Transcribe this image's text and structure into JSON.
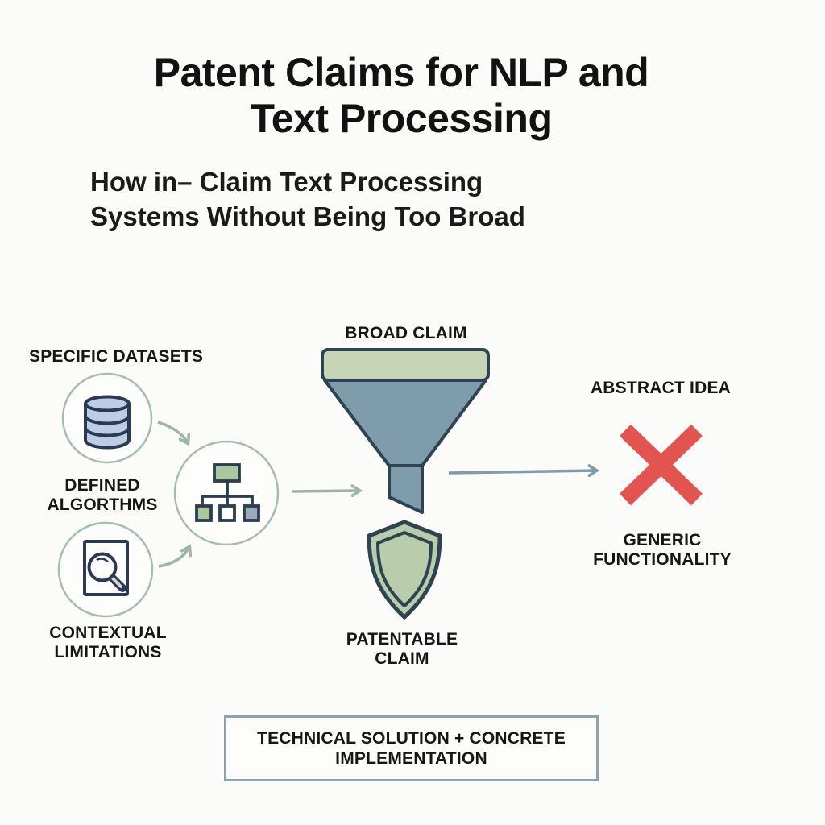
{
  "page_title": "Patent Claims for NLP and Text Processing",
  "header": {
    "title_line1": "Patent Claims for NLP and",
    "title_line2": "Text Processing",
    "subtitle_line1": "How in– Claim Text Processing",
    "subtitle_line2": "Systems Without Being Too Broad"
  },
  "diagram": {
    "input_labels": {
      "specific_datasets": "SPECIFIC DATASETS",
      "defined_algorithms_line1": "DEFINED",
      "defined_algorithms_line2": "ALGORTHMS",
      "contextual_limitations_line1": "CONTEXTUAL",
      "contextual_limitations_line2": "LIMITATIONS"
    },
    "funnel_label": "BROAD CLAIM",
    "outcome_labels": {
      "abstract_idea": "ABSTRACT IDEA",
      "generic_functionality_line1": "GENERIC",
      "generic_functionality_line2": "FUNCTIONALITY",
      "patentable_claim_line1": "PATENTABLE",
      "patentable_claim_line2": "CLAIM"
    },
    "footer_box": {
      "line1": "TECHNICAL SOLUTION + CONCRETE",
      "line2": "IMPLEMENTATION"
    },
    "icons": {
      "database": "database-icon",
      "flowchart": "flowchart-icon",
      "document_search": "document-search-icon",
      "funnel": "funnel-icon",
      "shield": "shield-icon",
      "rejection_x": "x-mark-icon",
      "arrows": "arrow-icon"
    },
    "colors": {
      "funnel_top": "#c5d5b6",
      "funnel_body": "#7e9cab",
      "icon_outline": "#2e4450",
      "circle_stroke": "#a3bcb4",
      "arrow_sage": "#9cb5ab",
      "arrow_teal": "#7d9dab",
      "x_red": "#e15450",
      "database_blue": "#bccde5",
      "node_green": "#a9c79c",
      "node_slate": "#8fa5bb",
      "shield_green": "#b9cdad",
      "box_border": "#8fa3ad",
      "text": "#161616",
      "background": "#fbfbfa"
    }
  }
}
